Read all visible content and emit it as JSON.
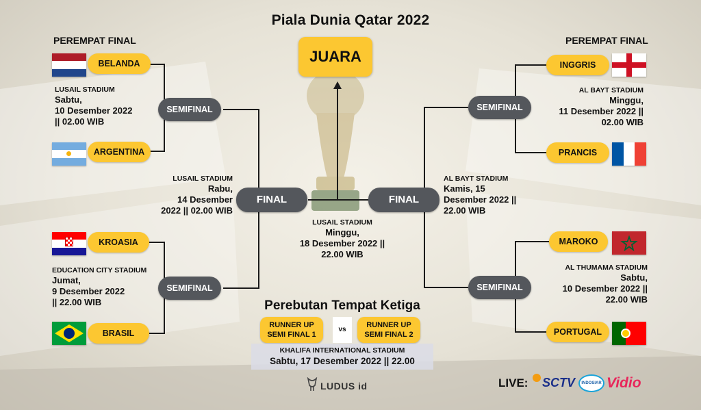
{
  "title": "Piala Dunia Qatar 2022",
  "champion_label": "JUARA",
  "left": {
    "round_label": "PEREMPAT FINAL",
    "qf_top": {
      "team_a": "BELANDA",
      "team_b": "ARGENTINA",
      "stadium": "LUSAIL STADIUM",
      "when": "Sabtu,\n10  Desember 2022\n|| 02.00 WIB"
    },
    "qf_bottom": {
      "team_a": "KROASIA",
      "team_b": "BRASIL",
      "stadium": "EDUCATION CITY STADIUM",
      "when": "Jumat,\n9 Desember 2022\n|| 22.00 WIB"
    },
    "semi_label_top": "SEMIFINAL",
    "semi_label_bottom": "SEMIFINAL",
    "semi_info": {
      "stadium": "LUSAIL STADIUM",
      "when": "Rabu,\n14  Desember\n2022 || 02.00 WIB"
    },
    "final_label": "FINAL"
  },
  "right": {
    "round_label": "PEREMPAT FINAL",
    "qf_top": {
      "team_a": "INGGRIS",
      "team_b": "PRANCIS",
      "stadium": "AL BAYT STADIUM",
      "when": "Minggu,\n11  Desember 2022 ||\n02.00 WIB"
    },
    "qf_bottom": {
      "team_a": "MAROKO",
      "team_b": "PORTUGAL",
      "stadium": "AL THUMAMA STADIUM",
      "when": "Sabtu,\n10  Desember 2022 ||\n22.00 WIB"
    },
    "semi_label_top": "SEMIFINAL",
    "semi_label_bottom": "SEMIFINAL",
    "semi_info": {
      "stadium": "AL BAYT STADIUM",
      "when": "Kamis, 15\nDesember 2022 ||\n22.00 WIB"
    },
    "final_label": "FINAL"
  },
  "final_info": {
    "stadium": "LUSAIL STADIUM",
    "when": "Minggu,\n18 Desember 2022 ||\n22.00 WIB"
  },
  "third_place": {
    "title": "Perebutan Tempat Ketiga",
    "team_a": "RUNNER UP\nSEMI FINAL 1",
    "vs": "vs",
    "team_b": "RUNNER UP\nSEMI FINAL 2",
    "stadium": "KHALIFA INTERNATIONAL STADIUM",
    "when": "Sabtu, 17 Desember 2022 || 22.00"
  },
  "footer": {
    "brand": "LUDUS id",
    "live_label": "LIVE:",
    "sctv": "SCTV",
    "indosiar": "INDOSIAR",
    "vidio": "Vidio"
  },
  "colors": {
    "pill_yellow": "#fcc731",
    "dark_pill": "#54575c",
    "line": "#1a1a1a"
  }
}
